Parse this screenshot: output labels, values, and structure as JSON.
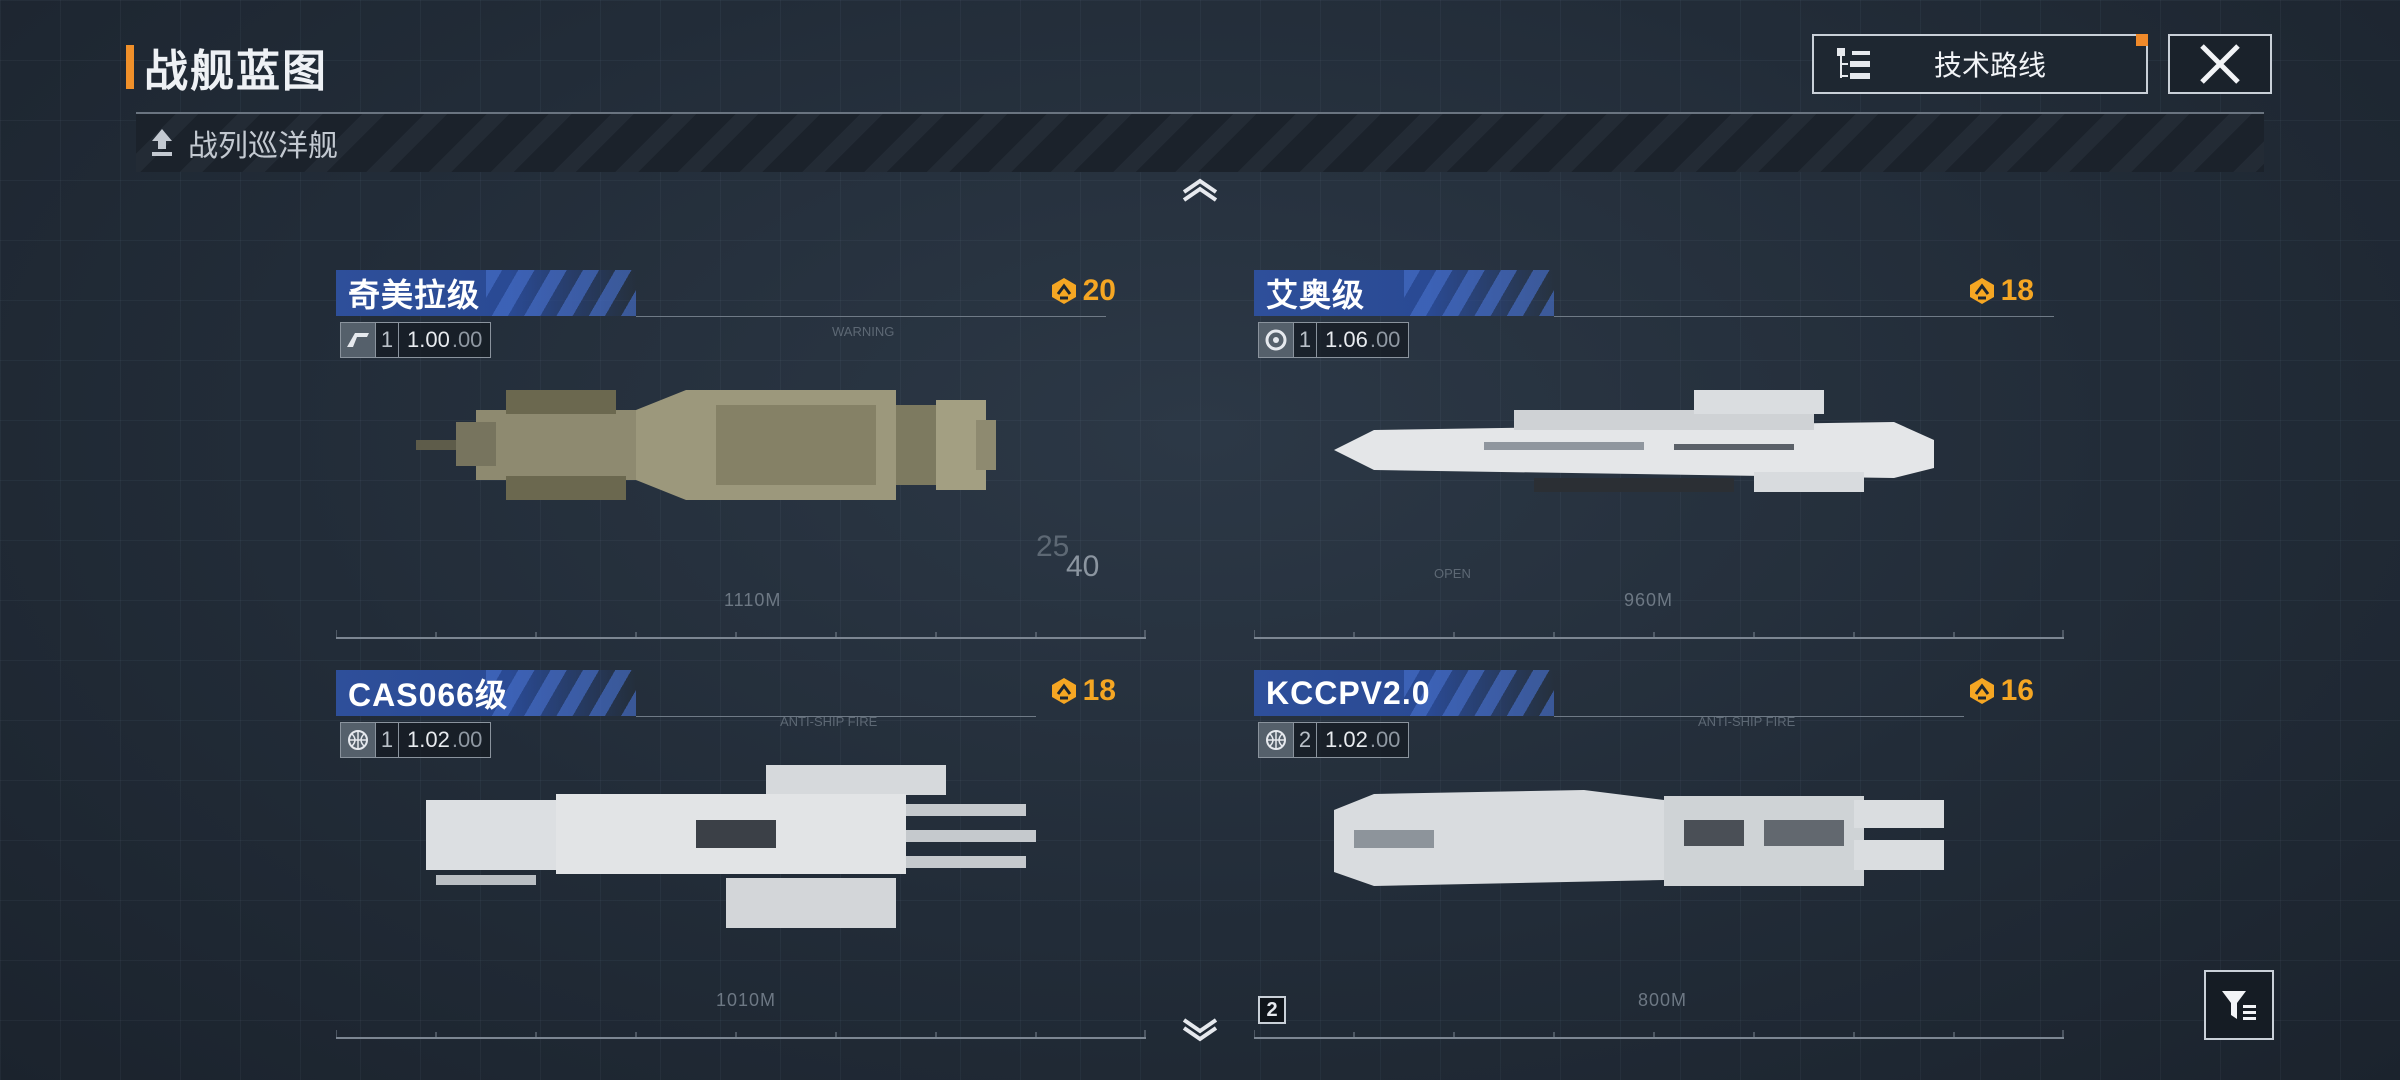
{
  "header": {
    "title": "战舰蓝图",
    "tech_route_label": "技术路线"
  },
  "category": {
    "label": "战列巡洋舰"
  },
  "ships": [
    {
      "name": "奇美拉级",
      "cost": "20",
      "slot": "1",
      "value_main": "1.00",
      "value_dec": ".00",
      "length": "1110M",
      "type_icon": "manufacturer-logo-icon"
    },
    {
      "name": "艾奥级",
      "cost": "18",
      "slot": "1",
      "value_main": "1.06",
      "value_dec": ".00",
      "length": "960M",
      "type_icon": "gear-badge-icon"
    },
    {
      "name": "CAS066级",
      "cost": "18",
      "slot": "1",
      "value_main": "1.02",
      "value_dec": ".00",
      "length": "1010M",
      "type_icon": "globe-icon"
    },
    {
      "name": "KCCPV2.0",
      "cost": "16",
      "slot": "2",
      "value_main": "1.02",
      "value_dec": ".00",
      "length": "800M",
      "type_icon": "globe-icon"
    }
  ],
  "decor": {
    "warning": "WARNING",
    "open": "OPEN",
    "anti_ship_fire": "ANTI-SHIP FIRE",
    "num_25": "25",
    "num_40": "40",
    "badge_2": "2"
  },
  "colors": {
    "accent": "#f0902a",
    "cost": "#f5a623",
    "name_tag": "#2e4f9a"
  }
}
